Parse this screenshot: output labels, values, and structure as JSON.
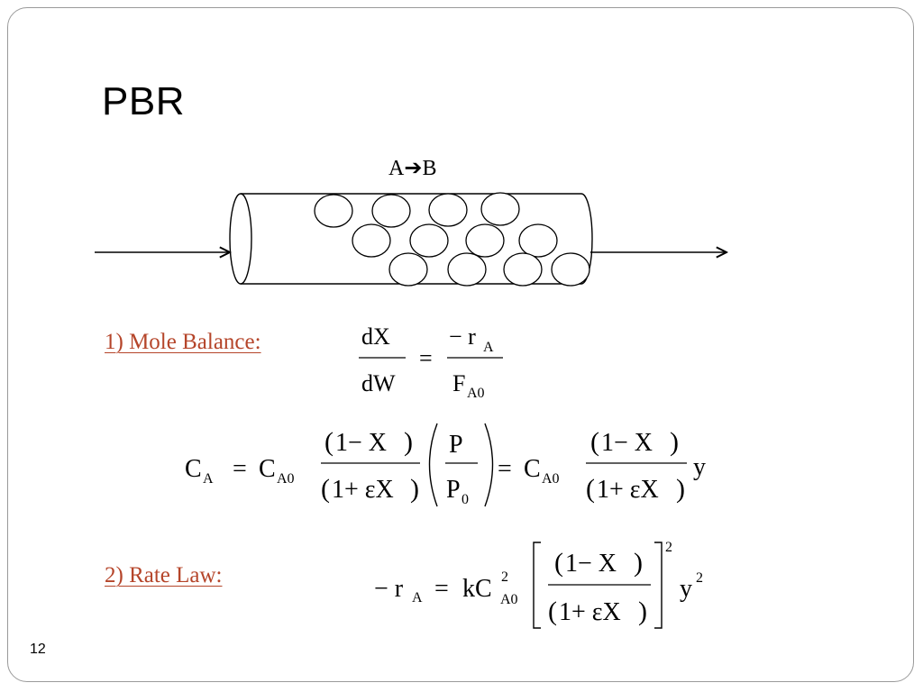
{
  "slide": {
    "title": "PBR",
    "slide_number": "12"
  },
  "diagram": {
    "reaction_from": "A",
    "reaction_arrow": "➔",
    "reaction_to": "B"
  },
  "sections": {
    "mole_balance_label": "1) Mole Balance:",
    "rate_law_label": "2) Rate Law:"
  },
  "eq1": {
    "num": "dX",
    "den": "dW",
    "eq": "=",
    "rhs_num": "− r",
    "rhs_num_sub": "A",
    "rhs_den": "F",
    "rhs_den_sub": "A0"
  },
  "eq2": {
    "ca": "C",
    "ca_sub": "A",
    "eq1": "=",
    "ca0": "C",
    "ca0_sub": "A0",
    "num": "1− X",
    "den": "1+ εX",
    "p": "P",
    "p0": "P",
    "p0_sub": "0",
    "eq2": "=",
    "ca0b": "C",
    "ca0b_sub": "A0",
    "num2": "1− X",
    "den2": "1+ εX",
    "y": "y"
  },
  "eq3": {
    "lhs": "− r",
    "lhs_sub": "A",
    "eq": "=",
    "k": "kC",
    "k_sup": "2",
    "k_sub": "A0",
    "num": "1− X",
    "den": "1+ εX",
    "outer_sup": "2",
    "y": "y",
    "y_sup": "2"
  }
}
